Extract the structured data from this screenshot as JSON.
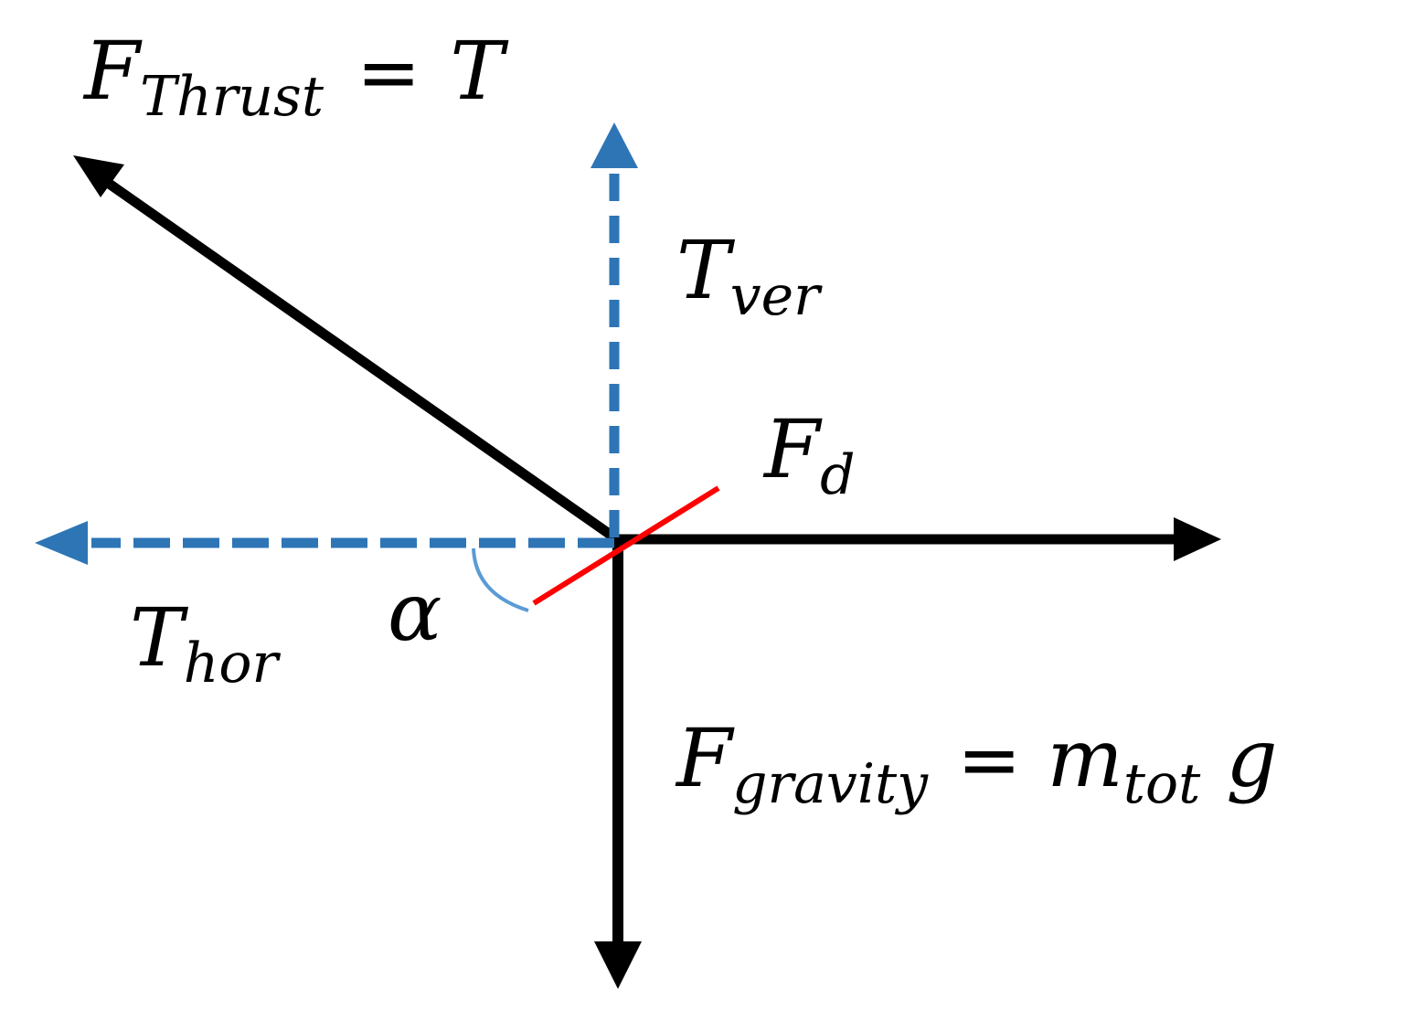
{
  "colors": {
    "force_arrow": "#000000",
    "component_arrow": "#2E75B6",
    "drag_line": "#FF0000",
    "angle_arc": "#5B9BD5",
    "background": "#FFFFFF"
  },
  "labels": {
    "thrust": {
      "main": "F",
      "sub": "Thrust",
      "rhs": "T"
    },
    "t_ver": {
      "main": "T",
      "sub": "ver"
    },
    "t_hor": {
      "main": "T",
      "sub": "hor"
    },
    "drag": {
      "main": "F",
      "sub": "d"
    },
    "alpha": "α",
    "gravity": {
      "main": "F",
      "sub": "gravity",
      "rhs_main": "m",
      "rhs_sub": "tot",
      "rhs_tail": "g"
    },
    "equals": "="
  },
  "icons": {
    "arrowhead": "triangle-arrowhead"
  }
}
